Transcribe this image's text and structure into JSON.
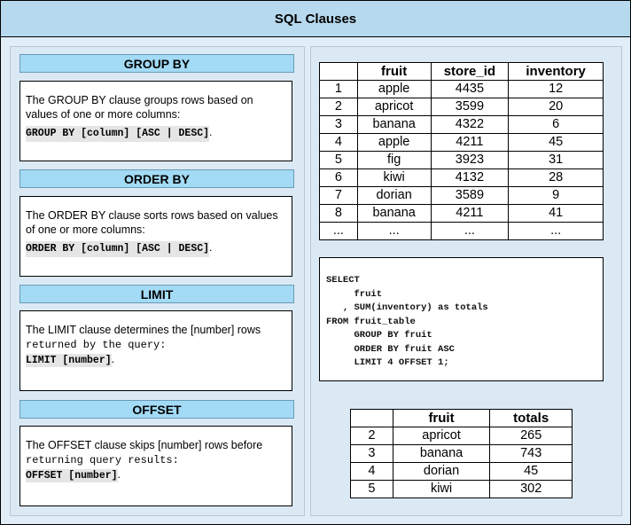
{
  "title": "SQL Clauses",
  "clauses": [
    {
      "label": "GROUP BY",
      "desc1": "The GROUP BY clause groups rows based on values of one or more columns:",
      "desc2": "",
      "syntax": "GROUP BY [column] [ASC | DESC]",
      "tail": "."
    },
    {
      "label": "ORDER BY",
      "desc1": "The ORDER BY clause sorts rows based on values of one or more columns:",
      "desc2": "",
      "syntax": "ORDER BY [column] [ASC | DESC]",
      "tail": "."
    },
    {
      "label": "LIMIT",
      "desc1": "The LIMIT clause determines the [number] rows",
      "desc2": "returned by the query:",
      "syntax": "LIMIT [number]",
      "tail": "."
    },
    {
      "label": "OFFSET",
      "desc1": "The OFFSET clause skips [number] rows before",
      "desc2": "returning query results:",
      "syntax": "OFFSET [number]",
      "tail": "."
    }
  ],
  "source_table": {
    "headers": [
      "",
      "fruit",
      "store_id",
      "inventory"
    ],
    "rows": [
      [
        "1",
        "apple",
        "4435",
        "12"
      ],
      [
        "2",
        "apricot",
        "3599",
        "20"
      ],
      [
        "3",
        "banana",
        "4322",
        "6"
      ],
      [
        "4",
        "apple",
        "4211",
        "45"
      ],
      [
        "5",
        "fig",
        "3923",
        "31"
      ],
      [
        "6",
        "kiwi",
        "4132",
        "28"
      ],
      [
        "7",
        "dorian",
        "3589",
        "9"
      ],
      [
        "8",
        "banana",
        "4211",
        "41"
      ],
      [
        "...",
        "...",
        "...",
        "..."
      ]
    ]
  },
  "query_lines": [
    "SELECT",
    "     fruit",
    "   , SUM(inventory) as totals",
    "FROM fruit_table",
    "     GROUP BY fruit",
    "     ORDER BY fruit ASC",
    "     LIMIT 4 OFFSET 1;"
  ],
  "result_table": {
    "headers": [
      "",
      "fruit",
      "totals"
    ],
    "rows": [
      [
        "2",
        "apricot",
        "265"
      ],
      [
        "3",
        "banana",
        "743"
      ],
      [
        "4",
        "dorian",
        "45"
      ],
      [
        "5",
        "kiwi",
        "302"
      ]
    ]
  }
}
